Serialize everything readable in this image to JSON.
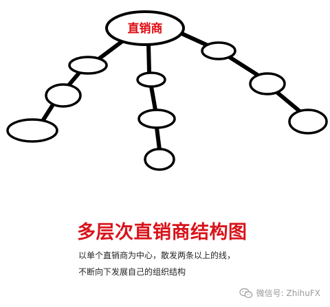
{
  "diagram": {
    "root_label": "直销商",
    "root_label_color": "#e00b12",
    "node_count": 10,
    "structure": [
      {
        "id": "root",
        "label": "直销商",
        "children": [
          "left-1",
          "center-1",
          "right-1"
        ]
      },
      {
        "id": "left-1",
        "children": [
          "left-2"
        ]
      },
      {
        "id": "left-2",
        "children": [
          "left-3"
        ]
      },
      {
        "id": "left-3",
        "children": []
      },
      {
        "id": "center-1",
        "children": [
          "center-2"
        ]
      },
      {
        "id": "center-2",
        "children": [
          "center-3"
        ]
      },
      {
        "id": "center-3",
        "children": []
      },
      {
        "id": "right-1",
        "children": [
          "right-2"
        ]
      },
      {
        "id": "right-2",
        "children": [
          "right-3"
        ]
      },
      {
        "id": "right-3",
        "children": []
      }
    ]
  },
  "caption": {
    "title": "多层次直销商结构图",
    "title_color": "#d8131b",
    "line1": "以单个直销商为中心，散发两条以上的线，",
    "line2": "不断向下发展自己的组织结构"
  },
  "watermark": {
    "icon": "wechat-icon",
    "text": "微信号: ZhihuFX"
  }
}
